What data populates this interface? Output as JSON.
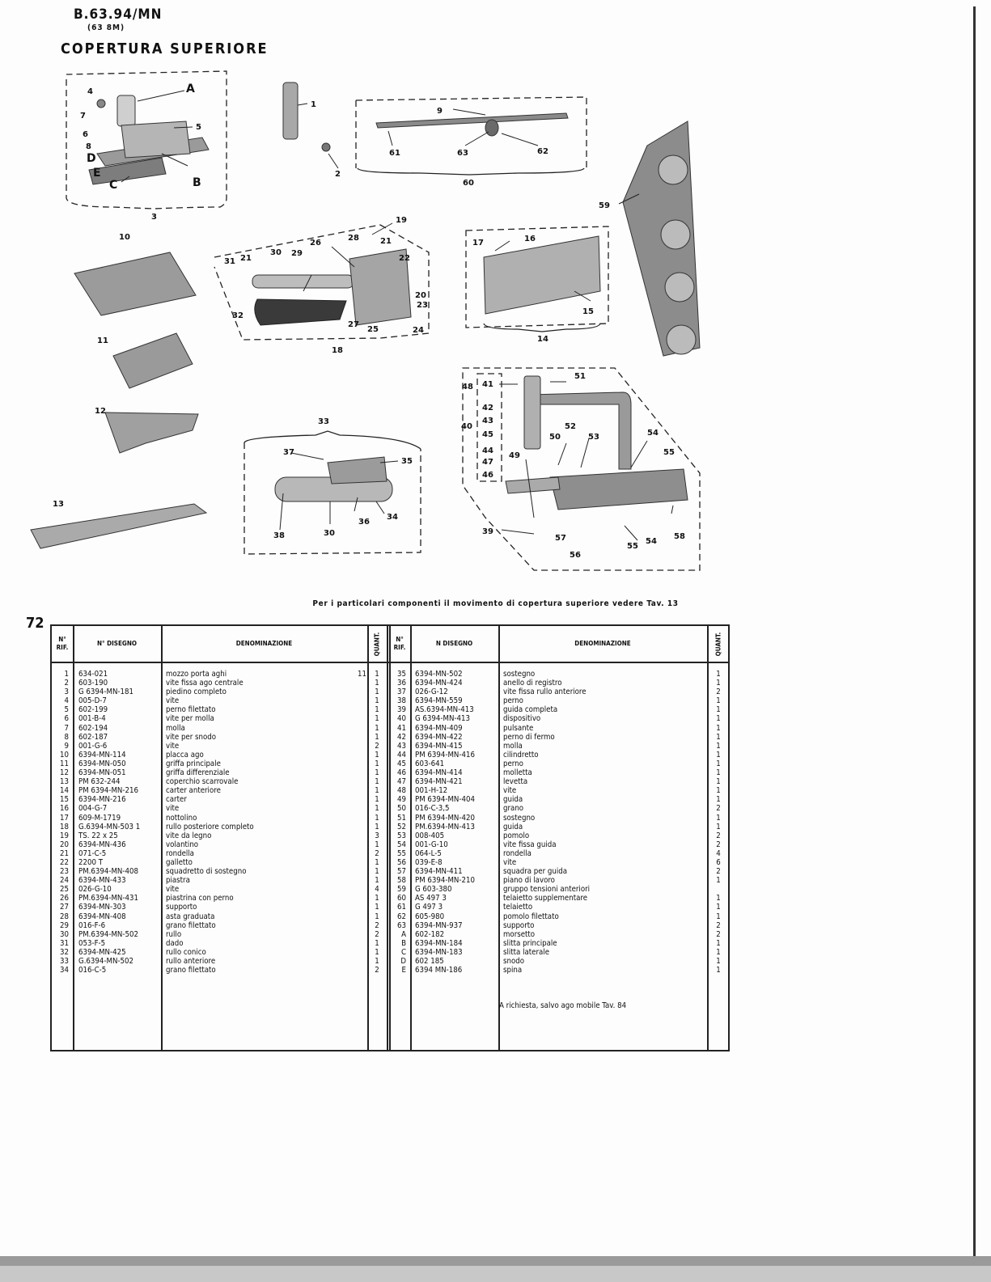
{
  "header": {
    "model": "B.63.94/MN",
    "submodel": "(63 8M)",
    "title": "COPERTURA SUPERIORE"
  },
  "page_number": "72",
  "note": "Per i particolari componenti il movimento di copertura superiore vedere Tav. 13",
  "diagram_labels": {
    "g3": [
      "4",
      "A",
      "7",
      "6",
      "5",
      "8",
      "D",
      "E",
      "C",
      "B",
      "3"
    ],
    "g1": [
      "1",
      "2"
    ],
    "g60": [
      "9",
      "61",
      "63",
      "62",
      "60"
    ],
    "g59": [
      "59"
    ],
    "g10": [
      "10"
    ],
    "g18": [
      "19",
      "28",
      "21",
      "26",
      "30",
      "29",
      "31",
      "21",
      "22",
      "20",
      "23",
      "32",
      "27",
      "25",
      "24",
      "18"
    ],
    "g14": [
      "17",
      "16",
      "15",
      "14"
    ],
    "g11": [
      "11",
      "12",
      "13"
    ],
    "g33": [
      "33",
      "37",
      "35",
      "36",
      "34",
      "38",
      "30"
    ],
    "g39": [
      "41",
      "48",
      "51",
      "42",
      "43",
      "40",
      "52",
      "45",
      "50",
      "53",
      "54",
      "55",
      "44",
      "47",
      "49",
      "46",
      "39",
      "57",
      "54",
      "55",
      "58",
      "56"
    ]
  },
  "table": {
    "headers": {
      "rif": "N° RIF.",
      "disegno": "N° DISEGNO",
      "denominazione": "DENOMINAZIONE",
      "quant": "QUANT.",
      "rif2": "N° RIF.",
      "disegno2": "N DISEGNO",
      "denominazione2": "DENOMINAZIONE",
      "quant2": "QUANT."
    },
    "left_rows": [
      {
        "rif": "1",
        "disegno": "634-021",
        "denominazione": "mozzo porta aghi",
        "quant": "1"
      },
      {
        "rif": "2",
        "disegno": "603-190",
        "denominazione": "vite fissa ago centrale",
        "quant": "1"
      },
      {
        "rif": "3",
        "disegno": "G 6394-MN-181",
        "denominazione": "piedino completo",
        "quant": "1"
      },
      {
        "rif": "4",
        "disegno": "005-D-7",
        "denominazione": "vite",
        "quant": "1"
      },
      {
        "rif": "5",
        "disegno": "602-199",
        "denominazione": "perno filettato",
        "quant": "1"
      },
      {
        "rif": "6",
        "disegno": "001-B-4",
        "denominazione": "vite per molla",
        "quant": "1"
      },
      {
        "rif": "7",
        "disegno": "602-194",
        "denominazione": "molla",
        "quant": "1"
      },
      {
        "rif": "8",
        "disegno": "602-187",
        "denominazione": "vite per snodo",
        "quant": "1"
      },
      {
        "rif": "9",
        "disegno": "001-G-6",
        "denominazione": "vite",
        "quant": "2"
      },
      {
        "rif": "10",
        "disegno": "6394-MN-114",
        "denominazione": "placca ago",
        "quant": "1"
      },
      {
        "rif": "11",
        "disegno": "6394-MN-050",
        "denominazione": "griffa principale",
        "quant": "1"
      },
      {
        "rif": "12",
        "disegno": "6394-MN-051",
        "denominazione": "griffa differenziale",
        "quant": "1"
      },
      {
        "rif": "13",
        "disegno": "PM 632-244",
        "denominazione": "coperchio scarrovale",
        "quant": "1"
      },
      {
        "rif": "14",
        "disegno": "PM 6394-MN-216",
        "denominazione": "carter anteriore",
        "quant": "1"
      },
      {
        "rif": "15",
        "disegno": "6394-MN-216",
        "denominazione": "carter",
        "quant": "1"
      },
      {
        "rif": "16",
        "disegno": "004-G-7",
        "denominazione": "vite",
        "quant": "1"
      },
      {
        "rif": "17",
        "disegno": "609-M-1719",
        "denominazione": "nottolino",
        "quant": "1"
      },
      {
        "rif": "18",
        "disegno": "G.6394-MN-503 1",
        "denominazione": "rullo posteriore completo",
        "quant": "1"
      },
      {
        "rif": "19",
        "disegno": "TS. 22 x 25",
        "denominazione": "vite da legno",
        "quant": "3"
      },
      {
        "rif": "20",
        "disegno": "6394-MN-436",
        "denominazione": "volantino",
        "quant": "1"
      },
      {
        "rif": "21",
        "disegno": "071-C-5",
        "denominazione": "rondella",
        "quant": "2"
      },
      {
        "rif": "22",
        "disegno": "2200 T",
        "denominazione": "galletto",
        "quant": "1"
      },
      {
        "rif": "23",
        "disegno": "PM.6394-MN-408",
        "denominazione": "squadretto di sostegno",
        "quant": "1"
      },
      {
        "rif": "24",
        "disegno": "6394-MN-433",
        "denominazione": "piastra",
        "quant": "1"
      },
      {
        "rif": "25",
        "disegno": "026-G-10",
        "denominazione": "vite",
        "quant": "4"
      },
      {
        "rif": "26",
        "disegno": "PM.6394-MN-431",
        "denominazione": "piastrina con perno",
        "quant": "1"
      },
      {
        "rif": "27",
        "disegno": "6394-MN-303",
        "denominazione": "supporto",
        "quant": "1"
      },
      {
        "rif": "28",
        "disegno": "6394-MN-408",
        "denominazione": "asta graduata",
        "quant": "1"
      },
      {
        "rif": "29",
        "disegno": "016-F-6",
        "denominazione": "grano filettato",
        "quant": "2"
      },
      {
        "rif": "30",
        "disegno": "PM.6394-MN-502",
        "denominazione": "rullo",
        "quant": "2"
      },
      {
        "rif": "31",
        "disegno": "053-F-5",
        "denominazione": "dado",
        "quant": "1"
      },
      {
        "rif": "32",
        "disegno": "6394-MN-425",
        "denominazione": "rullo conico",
        "quant": "1"
      },
      {
        "rif": "33",
        "disegno": "G.6394-MN-502",
        "denominazione": "rullo anteriore",
        "quant": "1"
      },
      {
        "rif": "34",
        "disegno": "016-C-5",
        "denominazione": "grano filettato",
        "quant": "2"
      }
    ],
    "right_rows": [
      {
        "rif": "35",
        "disegno": "6394-MN-502",
        "denominazione": "sostegno",
        "quant": "1"
      },
      {
        "rif": "36",
        "disegno": "6394-MN-424",
        "denominazione": "anello di registro",
        "quant": "1"
      },
      {
        "rif": "37",
        "disegno": "026-G-12",
        "denominazione": "vite fissa rullo anteriore",
        "quant": "2"
      },
      {
        "rif": "38",
        "disegno": "6394-MN-559",
        "denominazione": "perno",
        "quant": "1"
      },
      {
        "rif": "39",
        "disegno": "AS.6394-MN-413",
        "denominazione": "guida completa",
        "quant": "1"
      },
      {
        "rif": "40",
        "disegno": "G 6394-MN-413",
        "denominazione": "dispositivo",
        "quant": "1"
      },
      {
        "rif": "41",
        "disegno": "6394-MN-409",
        "denominazione": "pulsante",
        "quant": "1"
      },
      {
        "rif": "42",
        "disegno": "6394-MN-422",
        "denominazione": "perno di fermo",
        "quant": "1"
      },
      {
        "rif": "43",
        "disegno": "6394-MN-415",
        "denominazione": "molla",
        "quant": "1"
      },
      {
        "rif": "44",
        "disegno": "PM 6394-MN-416",
        "denominazione": "cilindretto",
        "quant": "1"
      },
      {
        "rif": "45",
        "disegno": "603-641",
        "denominazione": "perno",
        "quant": "1"
      },
      {
        "rif": "46",
        "disegno": "6394-MN-414",
        "denominazione": "molletta",
        "quant": "1"
      },
      {
        "rif": "47",
        "disegno": "6394-MN-421",
        "denominazione": "levetta",
        "quant": "1"
      },
      {
        "rif": "48",
        "disegno": "001-H-12",
        "denominazione": "vite",
        "quant": "1"
      },
      {
        "rif": "49",
        "disegno": "PM 6394-MN-404",
        "denominazione": "guida",
        "quant": "1"
      },
      {
        "rif": "50",
        "disegno": "016-C-3,5",
        "denominazione": "grano",
        "quant": "2"
      },
      {
        "rif": "51",
        "disegno": "PM 6394-MN-420",
        "denominazione": "sostegno",
        "quant": "1"
      },
      {
        "rif": "52",
        "disegno": "PM.6394-MN-413",
        "denominazione": "guida",
        "quant": "1"
      },
      {
        "rif": "53",
        "disegno": "008-405",
        "denominazione": "pomolo",
        "quant": "2"
      },
      {
        "rif": "54",
        "disegno": "001-G-10",
        "denominazione": "vite fissa guida",
        "quant": "2"
      },
      {
        "rif": "55",
        "disegno": "064-L-5",
        "denominazione": "rondella",
        "quant": "4"
      },
      {
        "rif": "56",
        "disegno": "039-E-8",
        "denominazione": "vite",
        "quant": "6"
      },
      {
        "rif": "57",
        "disegno": "6394-MN-411",
        "denominazione": "squadra per guida",
        "quant": "2"
      },
      {
        "rif": "58",
        "disegno": "PM 6394-MN-210",
        "denominazione": "piano di lavoro",
        "quant": "1"
      },
      {
        "rif": "59",
        "disegno": "G 603-380",
        "denominazione": "gruppo tensioni anteriori",
        "quant": ""
      },
      {
        "rif": "60",
        "disegno": "AS 497 3",
        "denominazione": "telaietto supplementare",
        "quant": "1"
      },
      {
        "rif": "61",
        "disegno": "G 497 3",
        "denominazione": "telaietto",
        "quant": "1"
      },
      {
        "rif": "62",
        "disegno": "605-980",
        "denominazione": "pomolo filettato",
        "quant": "1"
      },
      {
        "rif": "63",
        "disegno": "6394-MN-937",
        "denominazione": "supporto",
        "quant": "2"
      },
      {
        "rif": "A",
        "disegno": "602-182",
        "denominazione": "morsetto",
        "quant": "2"
      },
      {
        "rif": "B",
        "disegno": "6394-MN-184",
        "denominazione": "slitta principale",
        "quant": "1"
      },
      {
        "rif": "C",
        "disegno": "6394-MN-183",
        "denominazione": "slitta laterale",
        "quant": "1"
      },
      {
        "rif": "D",
        "disegno": "602 185",
        "denominazione": "snodo",
        "quant": "1"
      },
      {
        "rif": "E",
        "disegno": "6394 MN-186",
        "denominazione": "spina",
        "quant": "1"
      }
    ],
    "footnote": "A richiesta, salvo ago mobile Tav. 84",
    "stray_mark": "11"
  }
}
